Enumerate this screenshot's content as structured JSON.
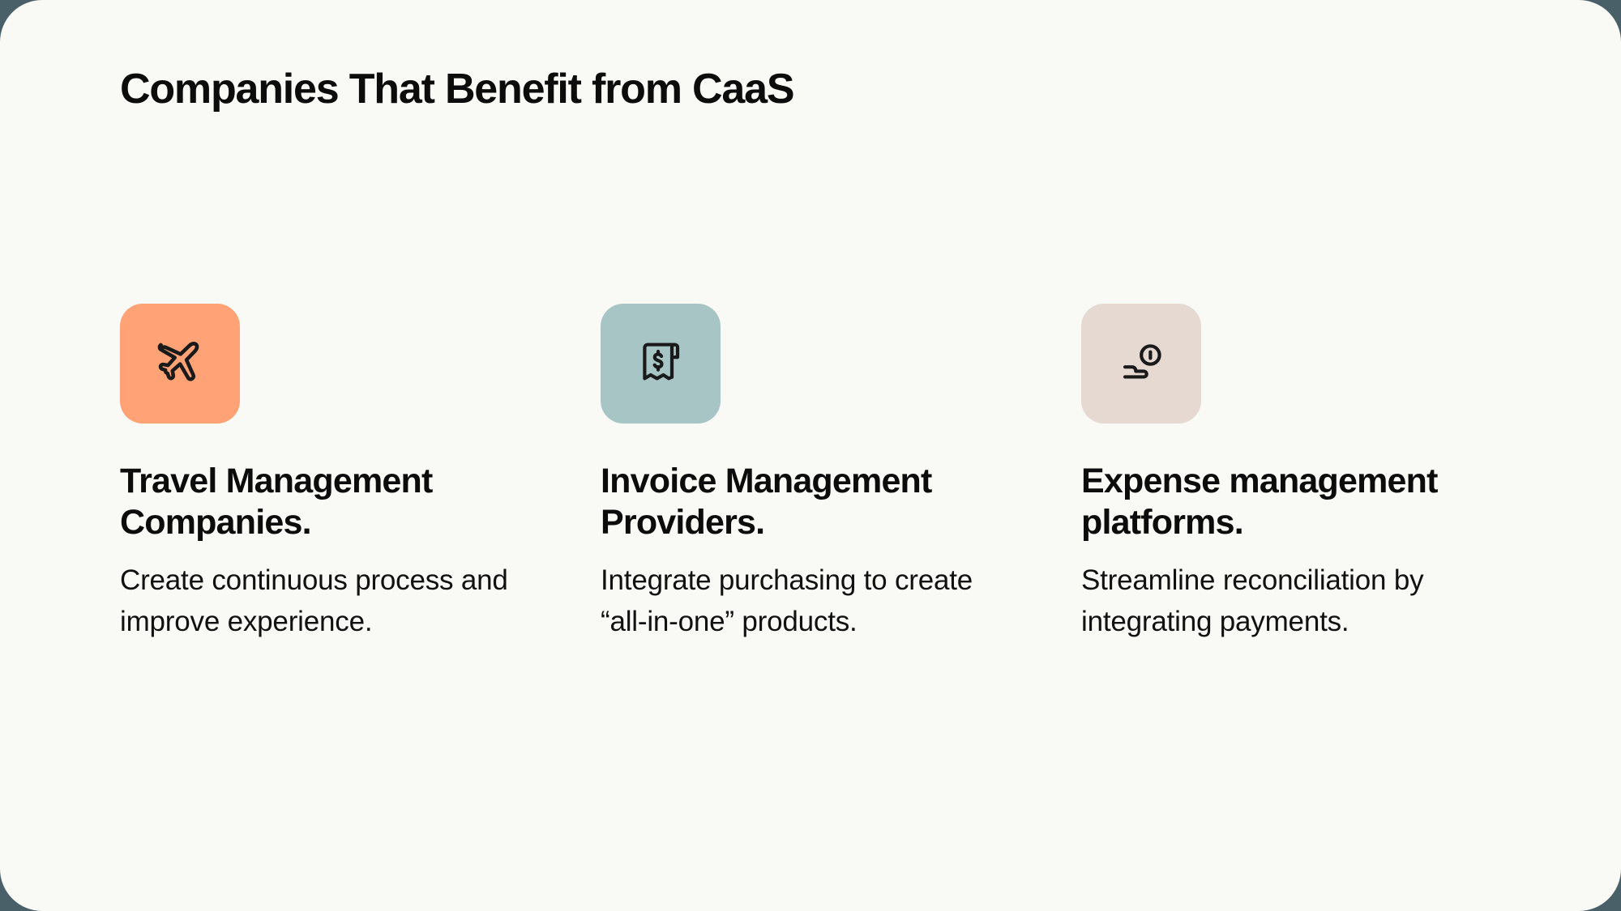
{
  "page": {
    "title": "Companies That Benefit from CaaS",
    "background_color": "#f9f9f6",
    "frame_color": "#4a6068"
  },
  "cards": [
    {
      "icon": "airplane-icon",
      "icon_bg": "#ffa275",
      "title_lines": [
        "Travel Management",
        "Companies."
      ],
      "description_lines": [
        "Create continuous process and",
        "improve experience."
      ]
    },
    {
      "icon": "receipt-dollar-icon",
      "icon_bg": "#a8c5c6",
      "title_lines": [
        "Invoice Management",
        "Providers."
      ],
      "description_lines": [
        "Integrate purchasing to create",
        "“all-in-one” products."
      ]
    },
    {
      "icon": "hand-coin-icon",
      "icon_bg": "#e6d9d2",
      "title_lines": [
        "Expense management",
        "platforms."
      ],
      "description_lines": [
        "Streamline reconciliation by",
        "integrating payments."
      ]
    }
  ]
}
